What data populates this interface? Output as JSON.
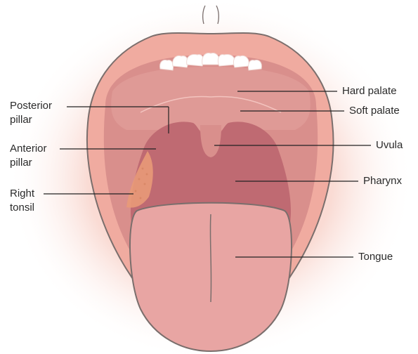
{
  "labels": {
    "hard_palate": "Hard palate",
    "soft_palate": "Soft palate",
    "uvula": "Uvula",
    "pharynx": "Pharynx",
    "tongue": "Tongue",
    "posterior_pillar": [
      "Posterior",
      "pillar"
    ],
    "anterior_pillar": [
      "Anterior",
      "pillar"
    ],
    "right_tonsil": [
      "Right",
      "tonsil"
    ]
  },
  "colors": {
    "glow": "#fbe3dc",
    "face_outline": "#7a6e6c",
    "lip": "#f0aba0",
    "inner_mouth": "#d98f8c",
    "pharynx": "#bf6a72",
    "tonsil": "#e89a78",
    "tongue": "#e8a5a3",
    "teeth": "#ffffff",
    "leader_line": "#222222"
  }
}
